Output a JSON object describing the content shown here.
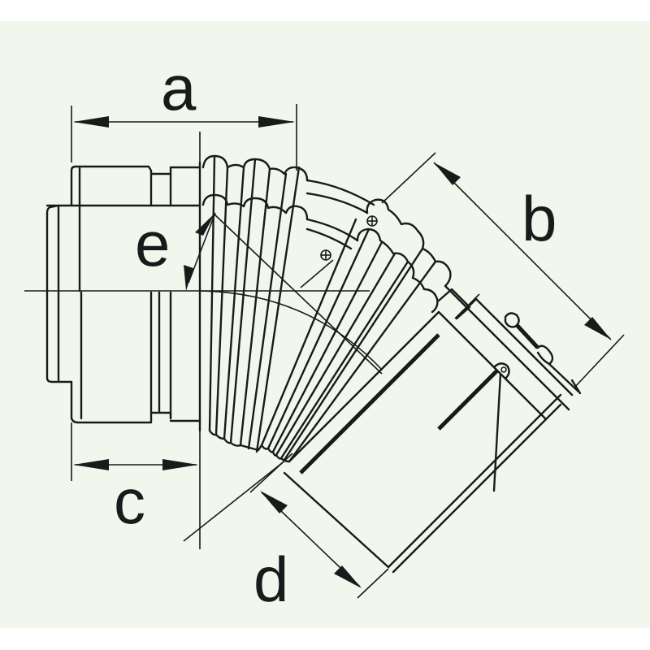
{
  "diagram": {
    "subject": "45-degree corrugated flue elbow with dimension callouts",
    "background_color": "#f2f7ee",
    "line_color": "#1a1a1a",
    "dimensions": {
      "a": {
        "label": "a",
        "description": "overall horizontal length of straight inlet end to elbow"
      },
      "b": {
        "label": "b",
        "description": "length along angled outlet leg"
      },
      "c": {
        "label": "c",
        "description": "length of inlet socket"
      },
      "d": {
        "label": "d",
        "description": "length of outlet spigot"
      },
      "e": {
        "label": "e",
        "description": "bend angle"
      }
    }
  }
}
